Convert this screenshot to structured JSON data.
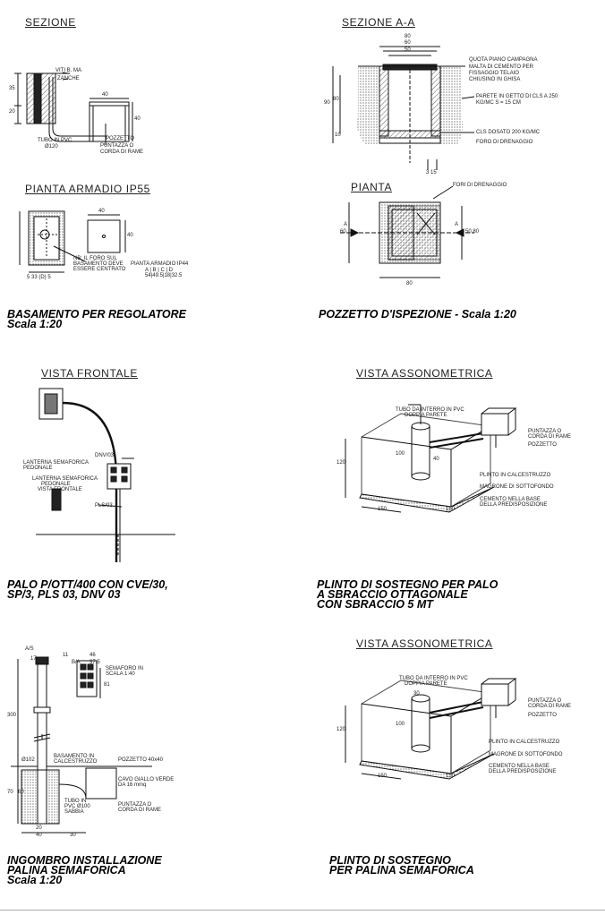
{
  "panels": {
    "basamento": {
      "view1_title": "SEZIONE",
      "view2_title": "PIANTA ARMADIO IP55",
      "caption": [
        "BASAMENTO PER REGOLATORE",
        "Scala 1:20"
      ],
      "labels": {
        "viti": "VITI B. MA",
        "zanche": "ZANCHE",
        "tubo": "TUBO IN PVC",
        "tubo_d": "Ø120",
        "pozzetto": "POZZETTO",
        "puntazza": "PUNTAZZA O",
        "corda": "CORDA DI RAME",
        "nb1": "NB: IL FORO SUL",
        "nb2": "BASAMENTO DEVE",
        "nb3": "ESSERE CENTRATO",
        "armadio44": "PIANTA ARMADIO IP44",
        "abcd": "A | B | C | D",
        "abcd_vals": "54|49.5|18|32.5",
        "bottom_dims": "5 33 (D) 5"
      },
      "dims": {
        "d35": "35",
        "d20": "20",
        "d40a": "40",
        "d40b": "40",
        "d40c": "40",
        "d40d": "40"
      }
    },
    "pozzetto": {
      "view1_title": "SEZIONE A-A",
      "view2_title": "PIANTA",
      "caption": [
        "POZZETTO D'ISPEZIONE - Scala 1:20"
      ],
      "labels": {
        "quota": "QUOTA PIANO CAMPAGNA",
        "malta1": "MALTA DI CEMENTO PER",
        "malta2": "FISSAGGIO TELAIO",
        "chiusino": "CHIUSINO IN GHISA",
        "parete1": "PARETE IN GETTO DI CLS A 250",
        "parete2": "KG/MC S = 15 CM",
        "cls": "CLS DOSATO 200 KG/MC",
        "foro": "FORO DI DRENAGGIO",
        "fori": "FORI DI DRENAGGIO",
        "a_left": "A",
        "a_right": "A"
      },
      "dims": {
        "d80": "80",
        "d60": "60",
        "d50": "50",
        "d90": "90",
        "d80v": "80",
        "d10": "10",
        "d315": "3 15",
        "p60": "60",
        "p5080": "50 80",
        "p80": "80"
      }
    },
    "palo": {
      "view1_title": "VISTA FRONTALE",
      "caption": [
        "PALO P/OTT/400 CON CVE/30,",
        "SP/3, PLS 03, DNV 03"
      ],
      "labels": {
        "dnv": "DNV/03",
        "lant_ped1": "LANTERNA SEMAFORICA",
        "lant_ped2": "PEDONALE",
        "lant_vf1": "LANTERNA SEMAFORICA",
        "lant_vf2": "PEDONALE",
        "lant_vf3": "VISTA FRONTALE",
        "pls": "PLS/03"
      }
    },
    "plinto_palo": {
      "view1_title": "VISTA ASSONOMETRICA",
      "caption": [
        "PLINTO DI SOSTEGNO PER PALO",
        "A SBRACCIO OTTAGONALE",
        "CON SBRACCIO 5 MT"
      ],
      "labels": {
        "tubo1": "TUBO DA INTERRO IN PVC",
        "tubo2": "DOPPIA PARETE",
        "puntazza": "PUNTAZZA O",
        "corda": "CORDA DI RAME",
        "pozzetto": "POZZETTO",
        "plinto": "PLINTO IN CALCESTRUZZO",
        "magrone": "MAGRONE DI SOTTOFONDO",
        "cemento1": "CEMENTO NELLA BASE",
        "cemento2": "DELLA PREDISPOSIZIONE"
      },
      "dims": {
        "d120": "120",
        "d100": "100",
        "d40": "40",
        "d150a": "150",
        "d150b": "150"
      }
    },
    "palina": {
      "caption": [
        "INGOMBRO INSTALLAZIONE",
        "PALINA SEMAFORICA",
        "Scala 1:20"
      ],
      "labels": {
        "as": "A/S",
        "semaforo1": "SEMAFORO IN",
        "semaforo2": "SCALA 1:40",
        "basamento1": "BASAMENTO IN",
        "basamento2": "CALCESTRUZZO",
        "pozzetto": "POZZETTO 40x40",
        "cavo1": "CAVO GIALLO VERDE",
        "cavo2": "DA 16 mmq",
        "puntazza1": "PUNTAZZA O",
        "puntazza2": "CORDA DI RAME",
        "tubo1": "TUBO IN",
        "tubo2": "PVC Ø100",
        "sabbia": "SABBIA",
        "d102": "Ø102"
      },
      "dims": {
        "d17": "17",
        "d11": "11",
        "d46": "46",
        "d375": "37.5",
        "d81": "81",
        "d300": "300",
        "d70": "70",
        "d60": "60",
        "d20": "20",
        "d40": "40",
        "d30": "30",
        "ba": "B/A"
      }
    },
    "plinto_palina": {
      "view1_title": "VISTA ASSONOMETRICA",
      "caption": [
        "PLINTO DI SOSTEGNO",
        "PER PALINA SEMAFORICA"
      ],
      "labels": {
        "tubo1": "TUBO DA INTERRO IN PVC",
        "tubo2": "DOPPIA PARETE",
        "puntazza": "PUNTAZZA O",
        "corda": "CORDA DI RAME",
        "pozzetto": "POZZETTO",
        "plinto": "PLINTO IN CALCESTRUZZO",
        "magrone": "MAGRONE DI SOTTOFONDO",
        "cemento1": "CEMENTO NELLA BASE",
        "cemento2": "DELLA PREDISPOSIZIONE"
      },
      "dims": {
        "d120": "120",
        "d100": "100",
        "d30": "30",
        "d150a": "150",
        "d150b": "150"
      }
    }
  }
}
